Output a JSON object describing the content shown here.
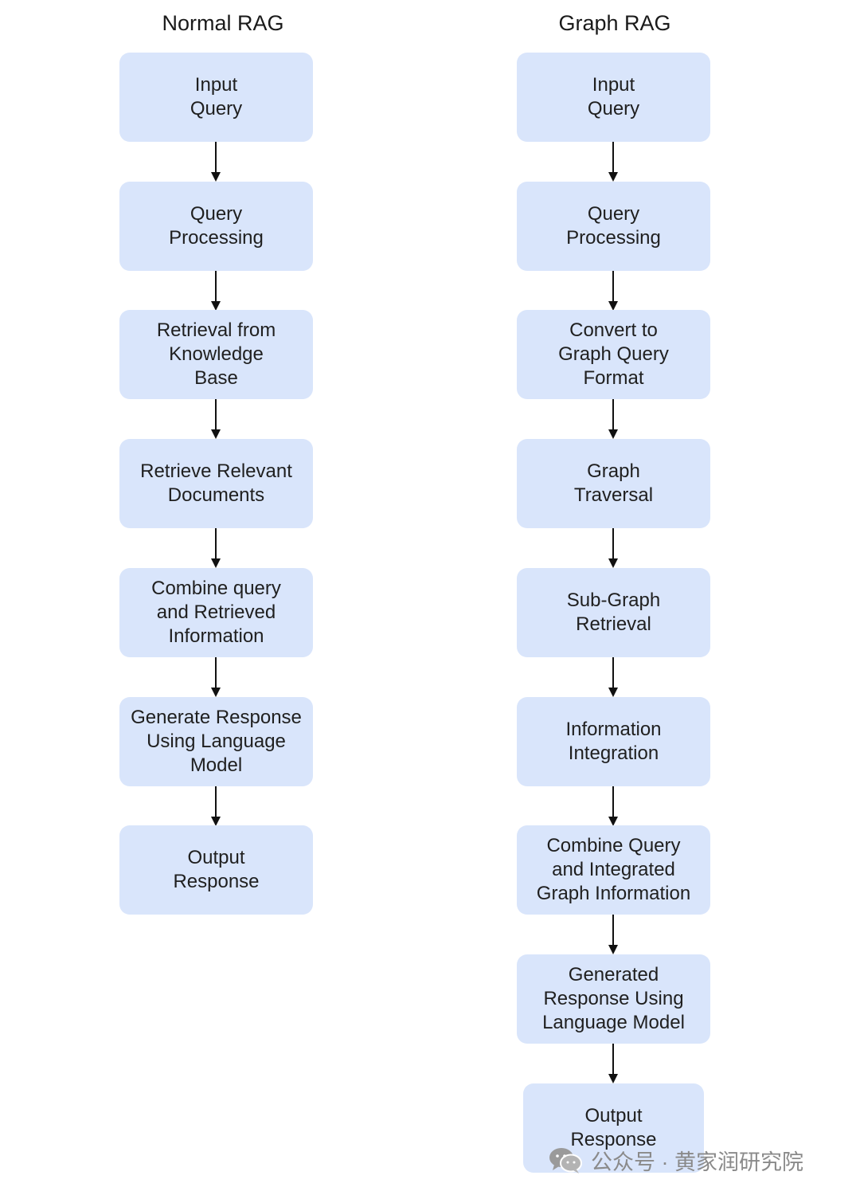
{
  "columns": [
    {
      "title": "Normal RAG",
      "steps": [
        "Input\nQuery",
        "Query\nProcessing",
        "Retrieval from\nKnowledge\nBase",
        "Retrieve Relevant\nDocuments",
        "Combine query\nand Retrieved\nInformation",
        "Generate Response\nUsing Language\nModel",
        "Output\nResponse"
      ]
    },
    {
      "title": "Graph RAG",
      "steps": [
        "Input\nQuery",
        "Query\nProcessing",
        "Convert to\nGraph Query\nFormat",
        "Graph\nTraversal",
        "Sub-Graph\nRetrieval",
        "Information\nIntegration",
        "Combine Query\nand Integrated\nGraph Information",
        "Generated\nResponse Using\nLanguage Model",
        "Output\nResponse"
      ]
    }
  ],
  "watermark": {
    "text": "公众号 · 黄家润研究院",
    "icon": "wechat-icon"
  },
  "colors": {
    "box_fill": "#d9e5fb",
    "arrow": "#111111",
    "text": "#1f1f1f"
  }
}
